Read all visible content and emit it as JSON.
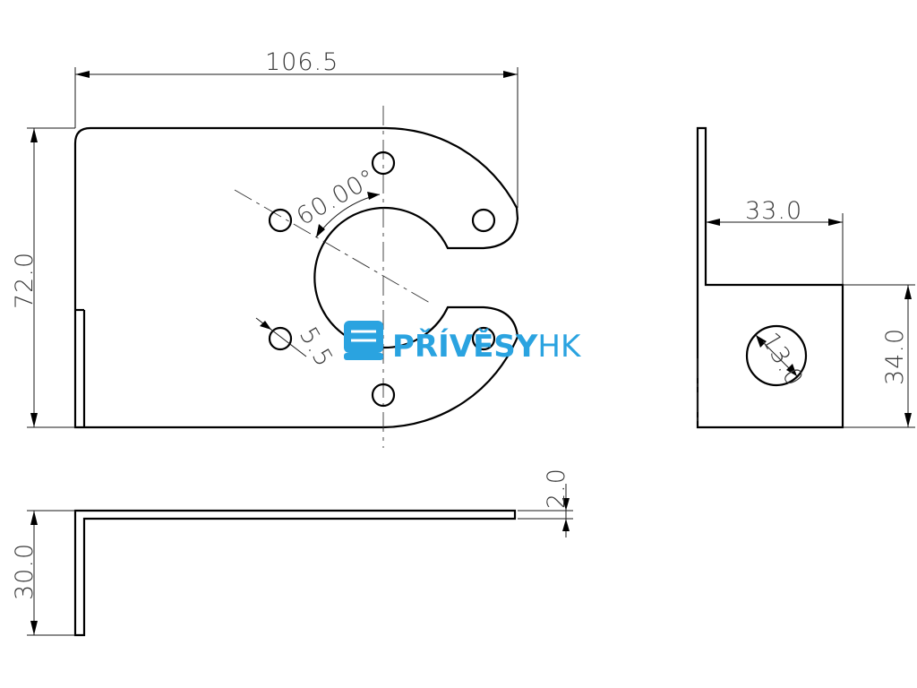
{
  "dimensions": {
    "width_top": "106.5",
    "height_left": "72.0",
    "angle": "60.00°",
    "hole_diameter": "5.5",
    "side_offset": "33.0",
    "side_height": "34.0",
    "side_hole": "13.0",
    "thickness": "2.0",
    "flange_height": "30.0"
  },
  "watermark": {
    "text_bold": "PŘÍVĚSY",
    "text_light": "HK",
    "icon": "trailer-logo-icon"
  },
  "colors": {
    "brand": "#2aa3e0",
    "line": "#000000"
  }
}
